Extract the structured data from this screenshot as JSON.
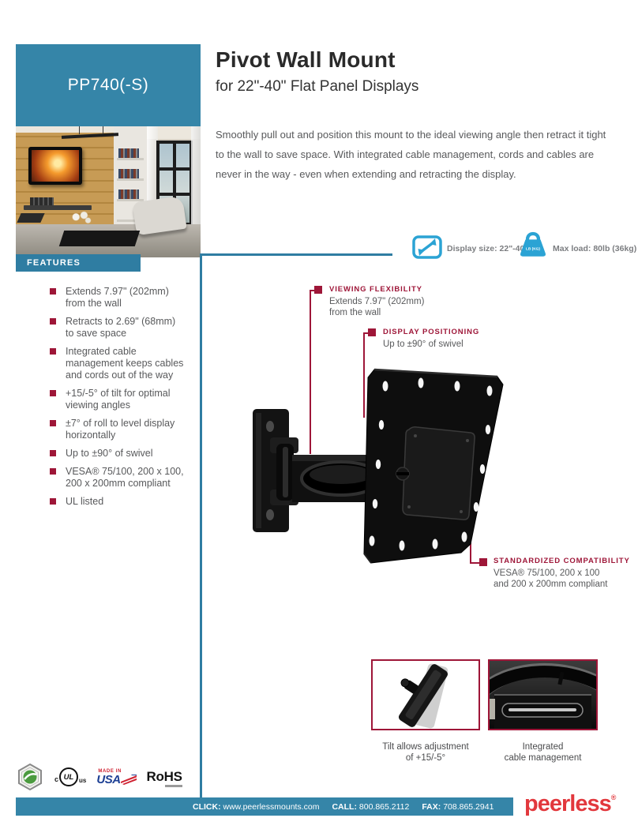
{
  "colors": {
    "teal": "#3585a8",
    "teal_dark": "#2f7da2",
    "crimson": "#9e1638",
    "icon_blue": "#2ba3d4",
    "brand_red": "#e2383d",
    "text_gray": "#58595b"
  },
  "sidebar": {
    "product_code": "PP740(-S)"
  },
  "header": {
    "title": "Pivot Wall Mount",
    "subtitle": "for 22\"-40\" Flat Panel Displays",
    "description": "Smoothly pull out and position this mount to the ideal viewing angle then retract it tight to the wall to save space. With integrated cable management, cords and cables are never in the way - even when extending and retracting the display."
  },
  "specs": {
    "display_size": "Display size: 22\"-40\"",
    "max_load": "Max load: 80lb (36kg)",
    "weight_icon_text": "LB (KG)"
  },
  "features": {
    "header": "FEATURES",
    "items": [
      {
        "lines": [
          "Extends 7.97\" (202mm)",
          "from the wall"
        ]
      },
      {
        "lines": [
          "Retracts to 2.69\" (68mm)",
          "to save space"
        ]
      },
      {
        "lines": [
          "Integrated cable",
          "management keeps cables",
          "and cords out of the way"
        ]
      },
      {
        "lines": [
          "+15/-5° of tilt for optimal",
          "viewing angles"
        ]
      },
      {
        "lines": [
          "±7° of roll to level display",
          "horizontally"
        ]
      },
      {
        "lines": [
          "Up to ±90° of swivel"
        ]
      },
      {
        "lines": [
          "VESA® 75/100, 200 x 100,",
          "200 x 200mm compliant"
        ]
      },
      {
        "lines": [
          "UL listed"
        ]
      }
    ]
  },
  "callouts": [
    {
      "title": "VIEWING FLEXIBILITY",
      "lines": [
        "Extends 7.97\" (202mm)",
        "from the wall"
      ]
    },
    {
      "title": "DISPLAY POSITIONING",
      "lines": [
        "Up to ±90° of swivel"
      ]
    },
    {
      "title": "STANDARDIZED COMPATIBILITY",
      "lines": [
        "VESA® 75/100, 200 x 100",
        "and 200 x 200mm compliant"
      ]
    }
  ],
  "thumbnails": [
    {
      "caption_lines": [
        "Tilt allows adjustment",
        "of +15/-5°"
      ]
    },
    {
      "caption_lines": [
        "Integrated",
        "cable management"
      ]
    }
  ],
  "certifications": {
    "ul_prefix": "c",
    "ul": "UL",
    "ul_suffix": "us",
    "made_in": "MADE IN",
    "usa": "USA",
    "rohs": "RoHS"
  },
  "footer": {
    "click_label": "CLICK:",
    "click_value": "www.peerlessmounts.com",
    "call_label": "CALL:",
    "call_value": "800.865.2112",
    "fax_label": "FAX:",
    "fax_value": "708.865.2941",
    "brand": "peerless",
    "brand_mark": "®"
  }
}
